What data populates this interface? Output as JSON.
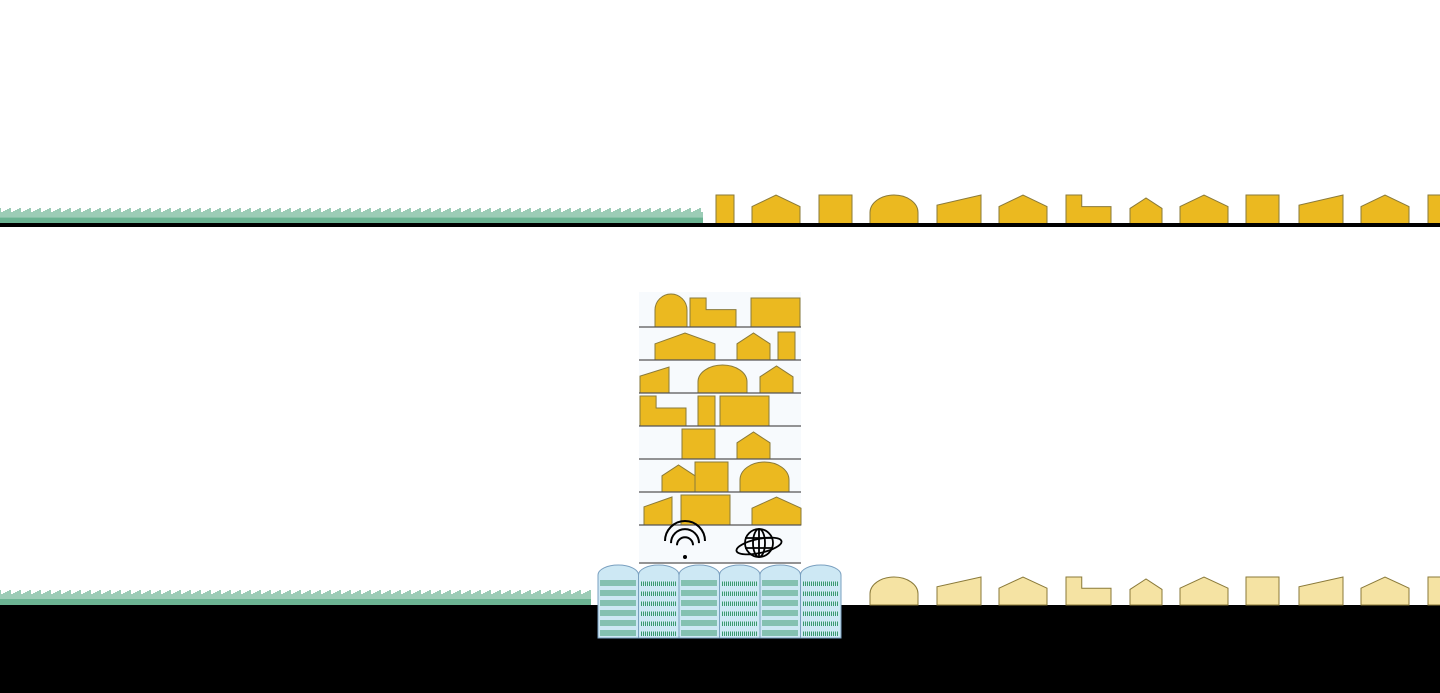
{
  "colors": {
    "building_fill": "#ebb920",
    "building_stroke": "#8a7a3a",
    "building_faded_fill": "#f5e3a3",
    "grass": "#3a9a6e",
    "greenhouse_fill": "#cde8f4",
    "greenhouse_stroke": "#7aa0c0",
    "ground": "#000000",
    "tower_bg": "#f7fafd",
    "shelf_line": "#555555"
  },
  "top_street_buildings": [
    "tall",
    "pentagon",
    "square",
    "dome",
    "slope",
    "pentagon",
    "lshape",
    "smallpent",
    "pentagon",
    "square",
    "slope",
    "pentagon",
    "tall"
  ],
  "bottom_street_buildings": [
    "dome",
    "slope",
    "pentagon",
    "lshape",
    "smallpent",
    "pentagon",
    "square",
    "slope",
    "pentagon",
    "square"
  ],
  "tower_floors": [
    [
      "dome",
      "lshape",
      "wide"
    ],
    [
      "pentagon",
      "smallpent",
      "tall"
    ],
    [
      "slope",
      "dome",
      "smallpent"
    ],
    [
      "lshape",
      "tall",
      "wide"
    ],
    [
      "square",
      "smallpent"
    ],
    [
      "smallpent",
      "square",
      "dome"
    ],
    [
      "slope",
      "square",
      "pentagon"
    ]
  ],
  "tower_icons": [
    "wifi-icon",
    "globe-icon"
  ],
  "greenhouse_count": 6
}
